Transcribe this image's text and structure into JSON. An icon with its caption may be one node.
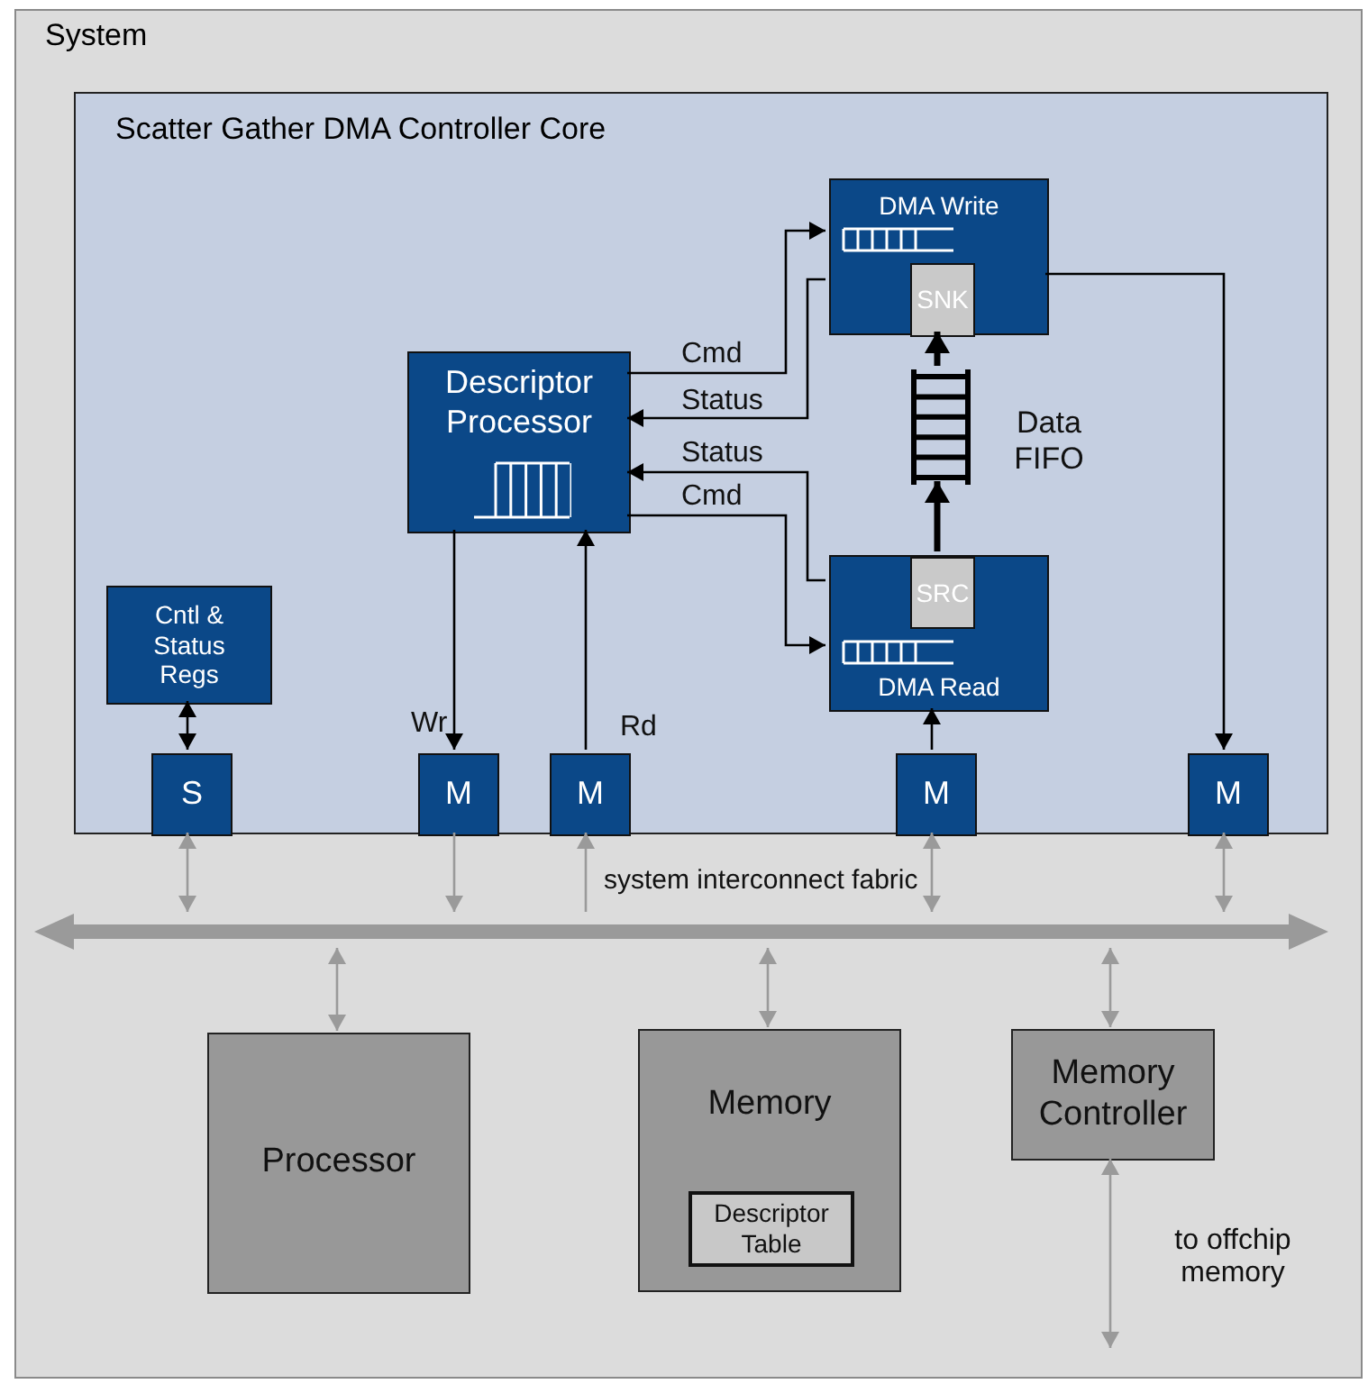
{
  "diagram": {
    "nodes": [
      {
        "text": [
          "System"
        ]
      },
      {
        "text": [
          "Scatter Gather DMA Controller Core"
        ],
        "in": 0
      },
      {
        "text": [
          "Descriptor Processor"
        ],
        "in": 1
      },
      {
        "text": [
          "DMA Write"
        ],
        "in": 1
      },
      {
        "text": [
          "SNK"
        ],
        "in": 3
      },
      {
        "text": [],
        "shape": "bar",
        "beside": [
          "Data FIFO"
        ],
        "in": 1
      },
      {
        "text": [
          "DMA Read"
        ],
        "in": 1
      },
      {
        "text": [
          "SRC"
        ],
        "in": 6
      },
      {
        "text": [
          "Cntl & Status Regs"
        ],
        "in": 1
      },
      {
        "text": [
          "S"
        ],
        "in": 1
      },
      {
        "text": [
          "M"
        ],
        "in": 1
      },
      {
        "text": [
          "M"
        ],
        "in": 1
      },
      {
        "text": [
          "M"
        ],
        "in": 1
      },
      {
        "text": [
          "M"
        ],
        "in": 1
      },
      {
        "text": [
          "system interconnect fabric"
        ],
        "in": 0
      },
      {
        "text": [
          "Processor"
        ],
        "in": 0
      },
      {
        "text": [
          "Memory"
        ],
        "in": 0
      },
      {
        "text": [
          "Descriptor Table"
        ],
        "in": 16
      },
      {
        "text": [
          "Memory Controller"
        ],
        "in": 0
      }
    ],
    "edges": [
      {
        "from": 2,
        "to": 3,
        "arrow": "to",
        "label": "Cmd"
      },
      {
        "from": 3,
        "to": 2,
        "arrow": "to",
        "label": "Status"
      },
      {
        "from": 6,
        "to": 2,
        "arrow": "to",
        "label": "Status"
      },
      {
        "from": 2,
        "to": 6,
        "arrow": "to",
        "label": "Cmd"
      },
      {
        "from": 7,
        "to": 5,
        "arrow": "to",
        "style": "thick"
      },
      {
        "from": 5,
        "to": 4,
        "arrow": "to",
        "style": "thick"
      },
      {
        "from": 8,
        "to": 9,
        "arrow": "both"
      },
      {
        "from": 2,
        "to": 10,
        "arrow": "to",
        "label": "Wr"
      },
      {
        "from": 11,
        "to": 2,
        "arrow": "to",
        "label": "Rd"
      },
      {
        "from": 12,
        "to": 6,
        "arrow": "to"
      },
      {
        "from": 3,
        "to": 13,
        "arrow": "to"
      },
      {
        "from": 9,
        "to": 14,
        "arrow": "both",
        "color": "#9a9a9a"
      },
      {
        "from": 10,
        "to": 14,
        "arrow": "to",
        "color": "#9a9a9a"
      },
      {
        "from": 14,
        "to": 11,
        "arrow": "to",
        "color": "#9a9a9a"
      },
      {
        "from": 12,
        "to": 14,
        "arrow": "both",
        "color": "#9a9a9a"
      },
      {
        "from": 13,
        "to": 14,
        "arrow": "both",
        "color": "#9a9a9a"
      },
      {
        "from": 14,
        "to": 15,
        "arrow": "both",
        "color": "#9a9a9a"
      },
      {
        "from": 14,
        "to": 16,
        "arrow": "both",
        "color": "#9a9a9a"
      },
      {
        "from": 14,
        "to": 18,
        "arrow": "both",
        "color": "#9a9a9a"
      },
      {
        "from": 18,
        "to": null,
        "arrow": "both",
        "color": "#9a9a9a",
        "label": "to offchip memory"
      }
    ]
  }
}
